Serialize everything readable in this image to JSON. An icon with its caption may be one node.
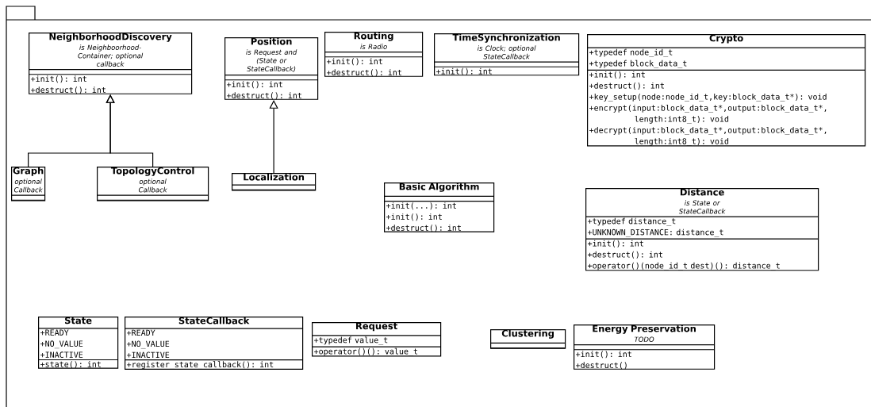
{
  "diagram": {
    "nodes": [
      {
        "text": [],
        "shape": "box"
      },
      {
        "text": [
          "NeighborhoodDiscovery",
          "is Neighboorhood-Container; optional callback",
          "+init(): int",
          "+destruct(): int"
        ],
        "in": 0
      },
      {
        "text": [
          "Position",
          "is Request and (State or StateCallback)",
          "+init(): int",
          "+destruct(): int"
        ],
        "in": 0
      },
      {
        "text": [
          "Routing",
          "is Radio",
          "+init(): int",
          "+destruct(): int"
        ],
        "in": 0
      },
      {
        "text": [
          "TimeSynchronization",
          "is Clock; optional StateCallback",
          "+init(): int"
        ],
        "in": 0
      },
      {
        "text": [
          "Crypto",
          "+typedef node_id_t",
          "+typedef block_data_t",
          "+init(): int",
          "+destruct(): int",
          "+key_setup(node:node_id_t,key:block_data_t*): void",
          "+encrypt(input:block_data_t*,output:block_data_t*, length:int8_t): void",
          "+decrypt(input:block_data_t*,output:block_data_t*, length:int8_t): void"
        ],
        "in": 0
      },
      {
        "text": [
          "Graph",
          "optional Callback"
        ],
        "in": 0
      },
      {
        "text": [
          "TopologyControl",
          "optional Callback"
        ],
        "in": 0
      },
      {
        "text": [
          "Localization"
        ],
        "in": 0
      },
      {
        "text": [
          "Basic Algorithm",
          "+init(...): int",
          "+init(): int",
          "+destruct(): int"
        ],
        "in": 0
      },
      {
        "text": [
          "Distance",
          "is State or StateCallback",
          "+typedef distance_t",
          "+UNKNOWN_DISTANCE: distance_t",
          "+init(): int",
          "+destruct(): int",
          "+operator()(node_id_t dest)(): distance_t"
        ],
        "in": 0
      },
      {
        "text": [
          "State",
          "+READY",
          "+NO_VALUE",
          "+INACTIVE",
          "+state(): int"
        ],
        "in": 0
      },
      {
        "text": [
          "StateCallback",
          "+READY",
          "+NO_VALUE",
          "+INACTIVE",
          "+register_state_callback(): int"
        ],
        "in": 0
      },
      {
        "text": [
          "Request",
          "+typedef value_t",
          "+operator()(): value_t"
        ],
        "in": 0
      },
      {
        "text": [
          "Clustering"
        ],
        "in": 0
      },
      {
        "text": [
          "Energy Preservation",
          "TODO",
          "+init(): int",
          "+destruct()"
        ],
        "in": 0
      }
    ],
    "edges": [
      {
        "from": 6,
        "to": 1,
        "arrow": "to"
      },
      {
        "from": 7,
        "to": 1,
        "arrow": "to"
      },
      {
        "from": 8,
        "to": 2,
        "arrow": "to"
      }
    ]
  }
}
